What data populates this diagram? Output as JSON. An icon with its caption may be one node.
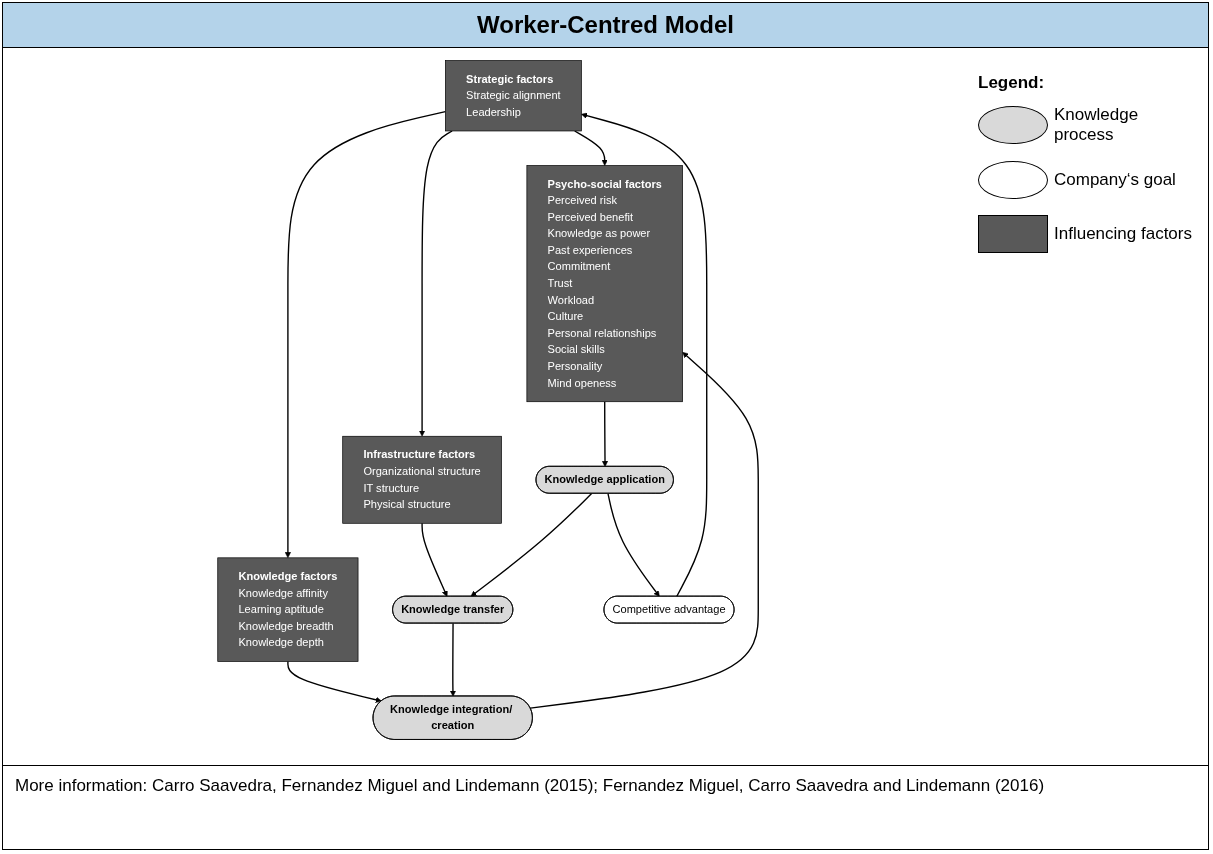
{
  "diagram": {
    "title": "Worker-Centred Model",
    "caption": "More information: Carro Saavedra, Fernandez Miguel and Lindemann (2015); Fernandez Miguel, Carro Saavedra and Lindemann (2016)",
    "nodes": [
      {
        "text": [
          "Strategic factors",
          "Strategic alignment",
          "Leadership"
        ]
      },
      {
        "text": [
          "Psycho-social factors",
          "Perceived risk",
          "Perceived benefit",
          "Knowledge as power",
          "Past experiences",
          "Commitment",
          "Trust",
          "Workload",
          "Culture",
          "Personal relationships",
          "Social skills",
          "Personality",
          "Mind openess"
        ]
      },
      {
        "text": [
          "Infrastructure factors",
          "Organizational structure",
          "IT structure",
          "Physical structure"
        ]
      },
      {
        "text": [
          "Knowledge factors",
          "Knowledge affinity",
          "Learning aptitude",
          "Knowledge breadth",
          "Knowledge depth"
        ]
      },
      {
        "text": [
          "Knowledge transfer"
        ]
      },
      {
        "text": [
          "Knowledge integration/ creation"
        ]
      },
      {
        "text": [
          "Knowledge application"
        ]
      },
      {
        "text": [
          "Competitive advantage"
        ]
      }
    ],
    "edges": [
      {
        "from": 0,
        "to": 1,
        "arrow": "to"
      },
      {
        "from": 0,
        "to": 2,
        "arrow": "to"
      },
      {
        "from": 0,
        "to": 3,
        "arrow": "to"
      },
      {
        "from": 2,
        "to": 4,
        "arrow": "to"
      },
      {
        "from": 3,
        "to": 5,
        "arrow": "to"
      },
      {
        "from": 1,
        "to": 6,
        "arrow": "to"
      },
      {
        "from": 4,
        "to": 5,
        "arrow": "to"
      },
      {
        "from": 5,
        "to": 1,
        "arrow": "to"
      },
      {
        "from": 6,
        "to": 7,
        "arrow": "to"
      },
      {
        "from": 7,
        "to": 0,
        "arrow": "to"
      },
      {
        "from": 6,
        "to": 4,
        "arrow": "to"
      }
    ],
    "labels": [
      "Legend:"
    ],
    "legend": [
      {
        "text": "Knowledge process"
      },
      {
        "text": "Company‘s goal"
      },
      {
        "text": "Influencing factors",
        "color": "#595959"
      }
    ]
  }
}
